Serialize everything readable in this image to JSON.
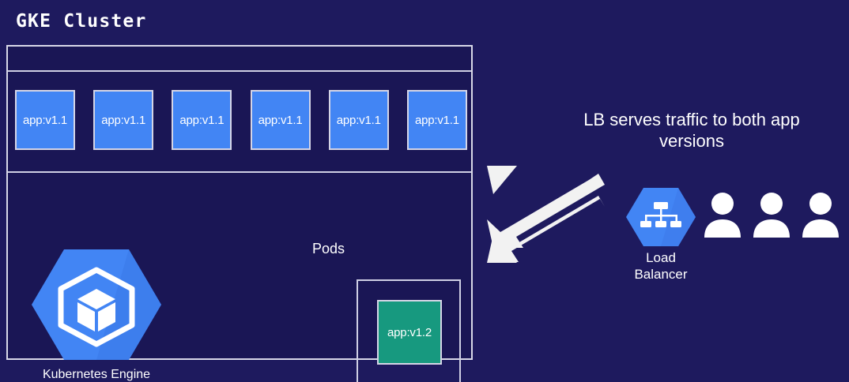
{
  "background_color": "#1e1a5e",
  "title": "GKE Cluster",
  "cluster": {
    "pods_label": "Pods",
    "pods": [
      {
        "label": "app:v1.1",
        "color": "#4285f4"
      },
      {
        "label": "app:v1.1",
        "color": "#4285f4"
      },
      {
        "label": "app:v1.1",
        "color": "#4285f4"
      },
      {
        "label": "app:v1.1",
        "color": "#4285f4"
      },
      {
        "label": "app:v1.1",
        "color": "#4285f4"
      },
      {
        "label": "app:v1.1",
        "color": "#4285f4"
      }
    ],
    "new_pod": {
      "label": "app:v1.2",
      "color": "#17997f"
    },
    "engine": {
      "caption": "Kubernetes Engine",
      "icon": "kubernetes-engine-hexagon-icon",
      "color": "#4285f4"
    }
  },
  "right": {
    "note_line1": "LB serves traffic to both app",
    "note_line2": "versions",
    "load_balancer": {
      "caption_line1": "Load",
      "caption_line2": "Balancer",
      "icon": "load-balancer-hexagon-icon",
      "color": "#4285f4"
    },
    "users": [
      {
        "icon": "user-icon"
      },
      {
        "icon": "user-icon"
      },
      {
        "icon": "user-icon"
      }
    ],
    "arrows": [
      {
        "name": "arrow-to-v1-1-pods",
        "direction": "up-left"
      },
      {
        "name": "arrow-to-v1-2-pod",
        "direction": "down-left"
      }
    ]
  }
}
